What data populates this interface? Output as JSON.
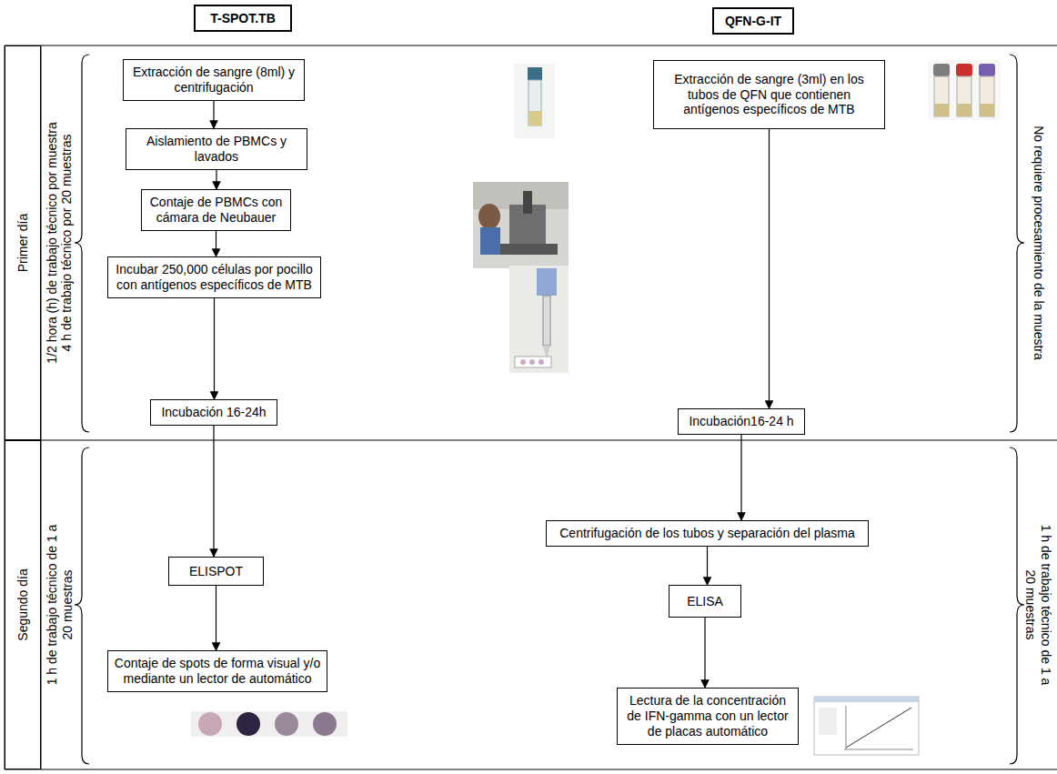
{
  "diagram": {
    "nodes": [
      {
        "text": [
          "T-SPOT.TB"
        ]
      },
      {
        "text": [
          "QFN-G-IT"
        ]
      },
      {
        "text": [
          "Primer día"
        ]
      },
      {
        "text": [
          "Extracción de sangre (8ml) y centrifugación"
        ]
      },
      {
        "text": [
          "Aislamiento de PBMCs y lavados"
        ]
      },
      {
        "text": [
          "Contaje de PBMCs con cámara de Neubauer"
        ]
      },
      {
        "text": [
          "Incubar 250,000 células por pocillo con antígenos específicos de MTB"
        ]
      },
      {
        "text": [
          "Incubación 16-24h"
        ]
      },
      {
        "text": [
          "Extracción de sangre (3ml) en los tubos de QFN que contienen antígenos específicos de MTB"
        ]
      },
      {
        "text": [
          "Incubación16-24 h"
        ]
      },
      {
        "text": [
          "Segundo día"
        ]
      },
      {
        "text": [
          "ELISPOT"
        ]
      },
      {
        "text": [
          "Contaje de spots de forma visual y/o mediante un lector de automático"
        ]
      },
      {
        "text": [
          "Centrifugación de los tubos y separación del plasma"
        ]
      },
      {
        "text": [
          "ELISA"
        ]
      },
      {
        "text": [
          "Lectura de la concentración de IFN-gamma con un lector de placas automático"
        ]
      }
    ],
    "edges": [
      {
        "from": 3,
        "to": 4,
        "arrow": "to"
      },
      {
        "from": 4,
        "to": 5,
        "arrow": "to"
      },
      {
        "from": 5,
        "to": 6,
        "arrow": "to"
      },
      {
        "from": 6,
        "to": 7,
        "arrow": "to"
      },
      {
        "from": 8,
        "to": 9,
        "arrow": "to"
      },
      {
        "from": 7,
        "to": 11,
        "arrow": "to"
      },
      {
        "from": 11,
        "to": 12,
        "arrow": "to"
      },
      {
        "from": 9,
        "to": 13,
        "arrow": "to"
      },
      {
        "from": 13,
        "to": 14,
        "arrow": "to"
      },
      {
        "from": 14,
        "to": 15,
        "arrow": "to"
      }
    ],
    "labels": [
      "1/2 hora (h) de trabajo técnico por muestra",
      "4 h de trabajo técnico por 20 muestras",
      "No requiere procesamiento de la muestra",
      "1 h de trabajo técnico de 1 a 20 muestras",
      "1 h de trabajo técnico de 1 a 20 muestras"
    ]
  }
}
